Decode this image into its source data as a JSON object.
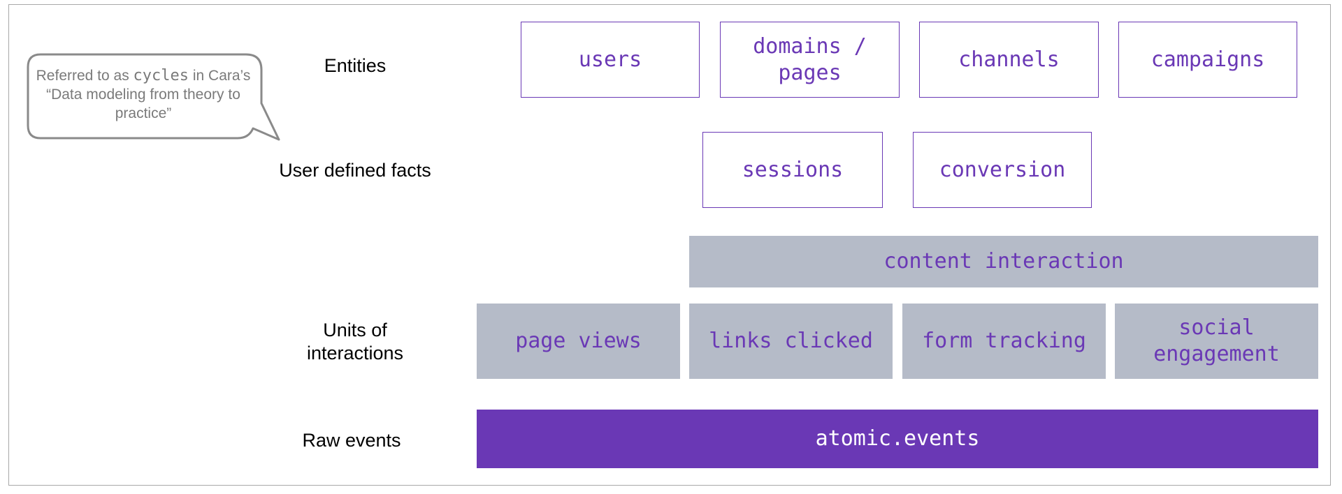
{
  "callout": {
    "prefix": "Referred to as ",
    "code": "cycles",
    "suffix": " in Cara’s “Data modeling from theory to practice”"
  },
  "layers": {
    "entities": {
      "label": "Entities",
      "boxes": [
        "users",
        "domains /\npages",
        "channels",
        "campaigns"
      ]
    },
    "user_defined_facts": {
      "label": "User defined facts",
      "boxes": [
        "sessions",
        "conversion"
      ]
    },
    "content_interaction": {
      "box": "content interaction"
    },
    "units_of_interactions": {
      "label": "Units of\ninteractions",
      "boxes": [
        "page views",
        "links clicked",
        "form tracking",
        "social\nengagement"
      ]
    },
    "raw_events": {
      "label": "Raw events",
      "box": "atomic.events"
    }
  },
  "colors": {
    "accent_purple": "#6a38b5",
    "box_gray": "#b5bbc8",
    "callout_gray": "#7a7a7a"
  }
}
